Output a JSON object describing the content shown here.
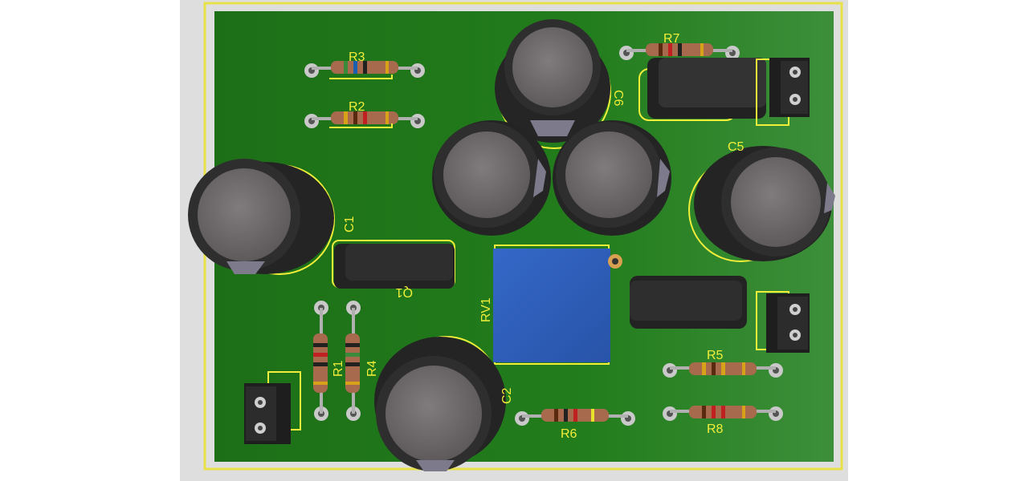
{
  "board": {
    "colors": {
      "frame": "#dedede",
      "outline": "#e8e24a",
      "pcb": "#1f7a1a",
      "silkscreen": "#f2ee3a",
      "capacitor_body": "#2b2b2b",
      "capacitor_top": "#6f6b6d",
      "trimmer": "#2f5fbf",
      "component_black": "#262626",
      "pad": "#c9c9c9",
      "resistor_body": "#a86a4c"
    },
    "labels": {
      "r1": "R1",
      "r2": "R2",
      "r3": "R3",
      "r4": "R4",
      "r5": "R5",
      "r6": "R6",
      "r7": "R7",
      "r8": "R8",
      "c1": "C1",
      "c2": "C2",
      "c5": "C5",
      "c6": "C6",
      "q1": "Q1",
      "rv1": "RV1"
    }
  }
}
